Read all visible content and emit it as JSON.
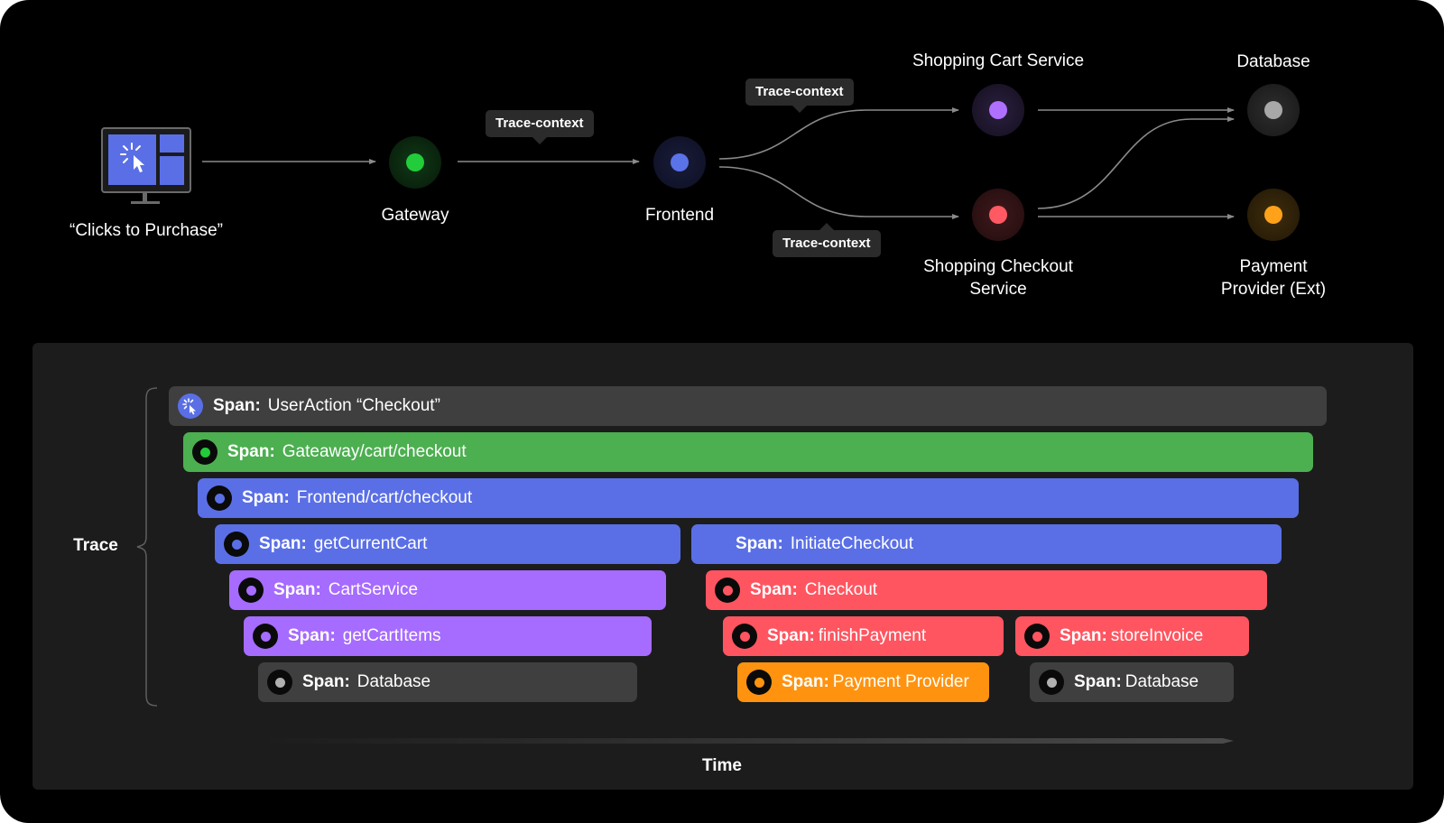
{
  "flow": {
    "client": {
      "label": "“Clicks to Purchase”",
      "icon": "monitor-click-icon"
    },
    "gateway": {
      "label": "Gateway",
      "color": "#22cc3a"
    },
    "frontend": {
      "label": "Frontend",
      "color": "#5a73e8"
    },
    "cart_service": {
      "label": "Shopping Cart Service",
      "color": "#b070ff"
    },
    "checkout_service": {
      "label_line1": "Shopping Checkout",
      "label_line2": "Service",
      "color": "#ff5a63"
    },
    "database": {
      "label": "Database",
      "color": "#a8a8a8"
    },
    "payment": {
      "label_line1": "Payment",
      "label_line2": "Provider (Ext)",
      "color": "#ffa21a"
    },
    "trace_context_tags": [
      "Trace-context",
      "Trace-context",
      "Trace-context"
    ]
  },
  "trace": {
    "label": "Trace",
    "time_label": "Time",
    "span_prefix": "Span:",
    "spans": [
      {
        "name": "UserAction “Checkout”",
        "color": "#3f3f3f",
        "icon": "click-cursor-icon"
      },
      {
        "name": "Gateaway/cart/checkout",
        "color": "#4caf50",
        "dot": "#22cc3a"
      },
      {
        "name": "Frontend/cart/checkout",
        "color": "#5a6fe6",
        "dot": "#5a6fe6"
      },
      {
        "name": "getCurrentCart",
        "color": "#5a6fe6",
        "dot": "#5a6fe6"
      },
      {
        "name": "InitiateCheckout",
        "color": "#5a6fe6"
      },
      {
        "name": "CartService",
        "color": "#a66bff",
        "dot": "#a66bff"
      },
      {
        "name": "Checkout",
        "color": "#ff5560",
        "dot": "#ff5560"
      },
      {
        "name": "getCartItems",
        "color": "#a66bff",
        "dot": "#a66bff"
      },
      {
        "name": "finishPayment",
        "color": "#ff5560",
        "dot": "#ff5560"
      },
      {
        "name": "storeInvoice",
        "color": "#ff5560",
        "dot": "#ff5560"
      },
      {
        "name": "Database",
        "color": "#3f3f3f",
        "dot": "#b0b0b0"
      },
      {
        "name": "Payment Provider",
        "color": "#ff930f",
        "dot": "#ff930f"
      },
      {
        "name": "Database",
        "color": "#3f3f3f",
        "dot": "#b0b0b0"
      }
    ]
  }
}
